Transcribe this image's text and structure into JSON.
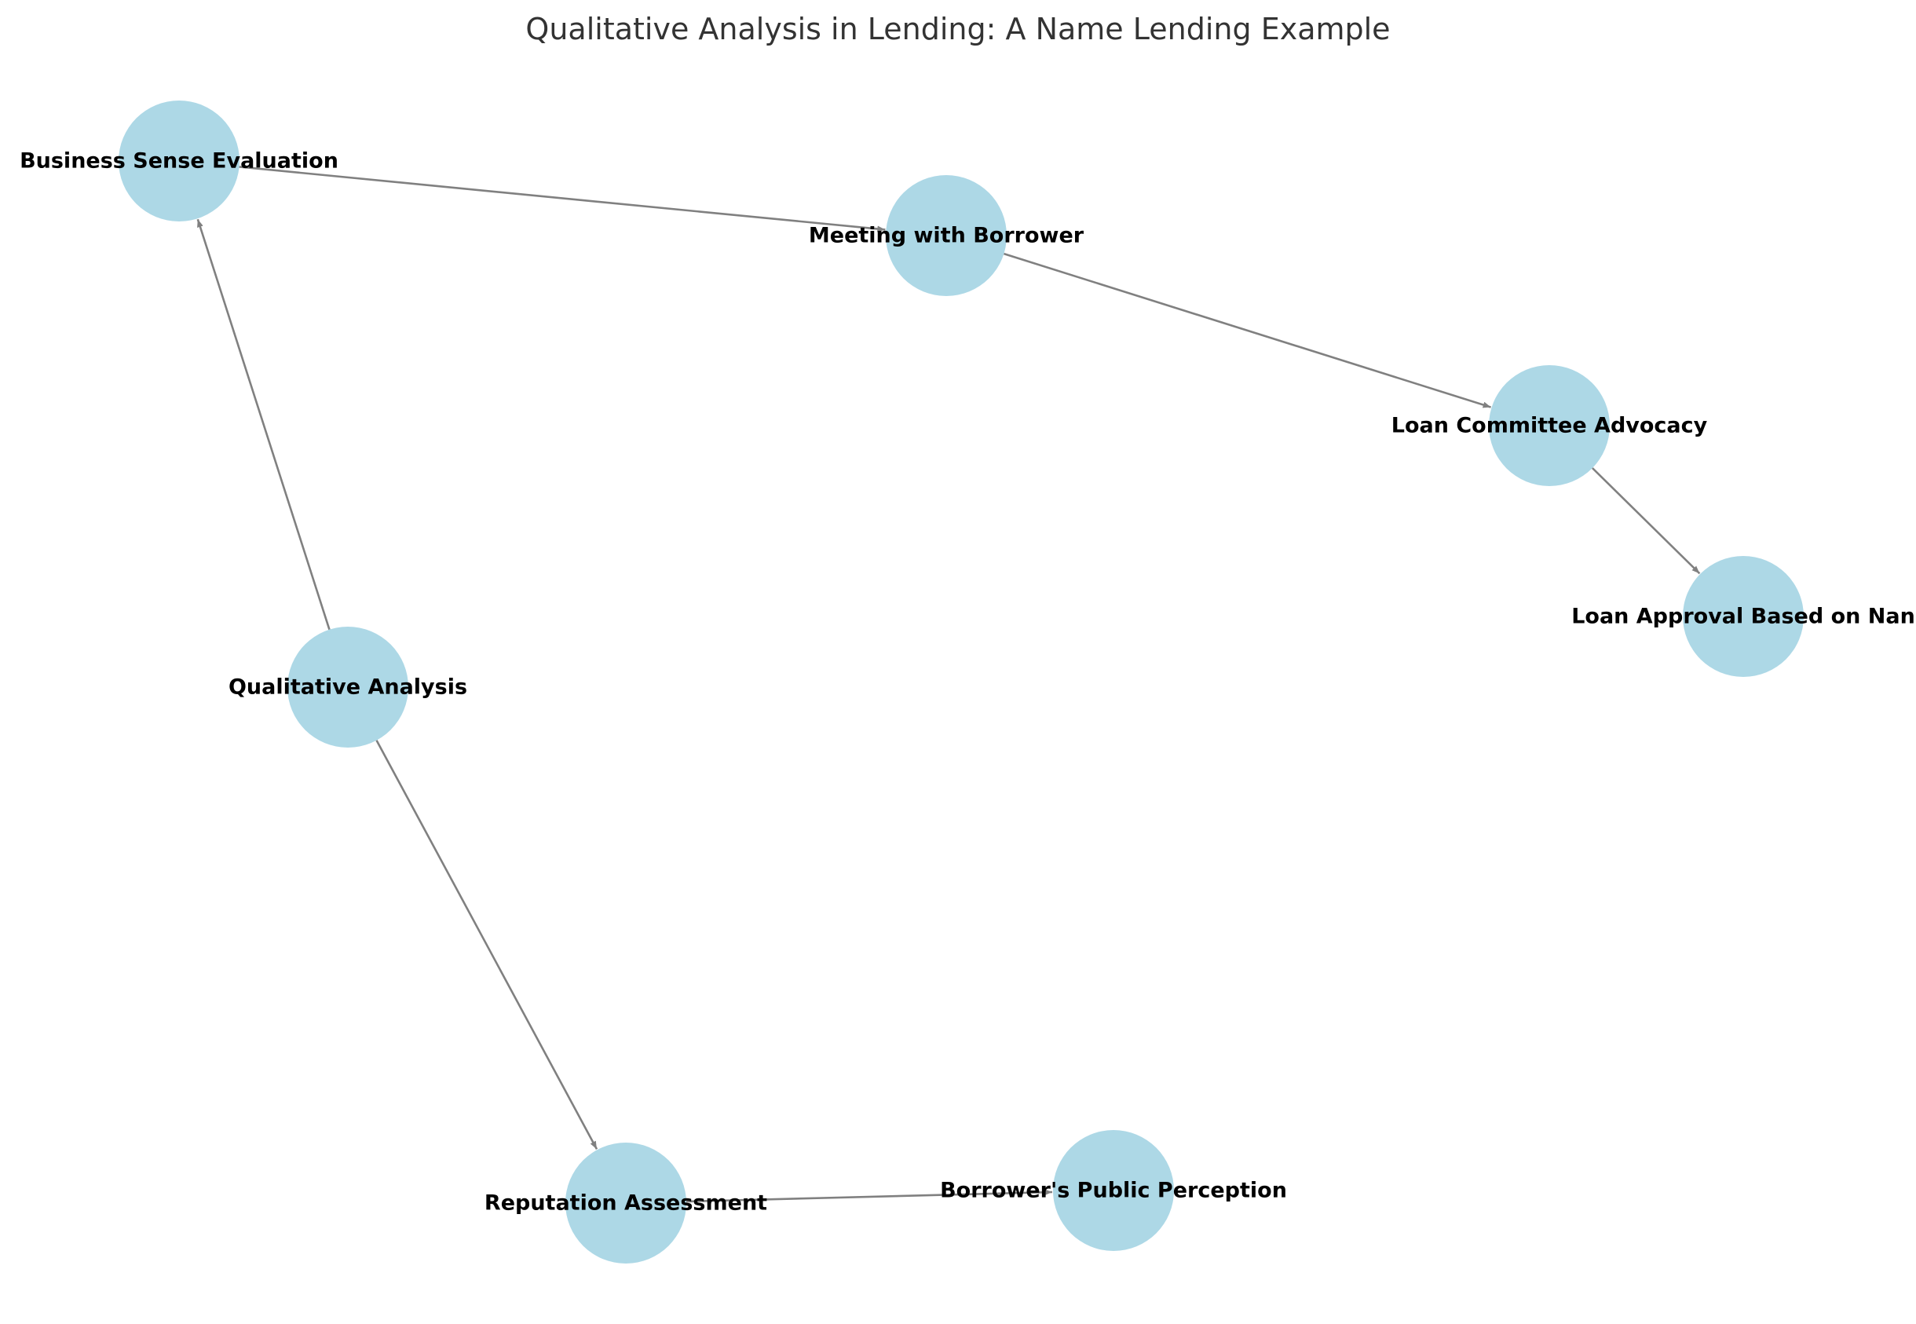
{
  "diagram": {
    "title": "Qualitative Analysis in Lending: A Name Lending Example",
    "node_color": "#add8e6",
    "edge_color": "#808080",
    "nodes": [
      {
        "id": "business_sense",
        "label": "Business Sense Evaluation"
      },
      {
        "id": "meeting",
        "label": "Meeting with Borrower"
      },
      {
        "id": "committee",
        "label": "Loan Committee Advocacy"
      },
      {
        "id": "approval",
        "label": "Loan Approval Based on Nan"
      },
      {
        "id": "qualitative",
        "label": "Qualitative Analysis"
      },
      {
        "id": "reputation",
        "label": "Reputation Assessment"
      },
      {
        "id": "perception",
        "label": "Borrower's Public Perception"
      }
    ],
    "edges": [
      {
        "from": "qualitative",
        "to": "business_sense"
      },
      {
        "from": "business_sense",
        "to": "meeting"
      },
      {
        "from": "meeting",
        "to": "committee"
      },
      {
        "from": "committee",
        "to": "approval"
      },
      {
        "from": "qualitative",
        "to": "reputation"
      },
      {
        "from": "reputation",
        "to": "perception"
      }
    ]
  }
}
